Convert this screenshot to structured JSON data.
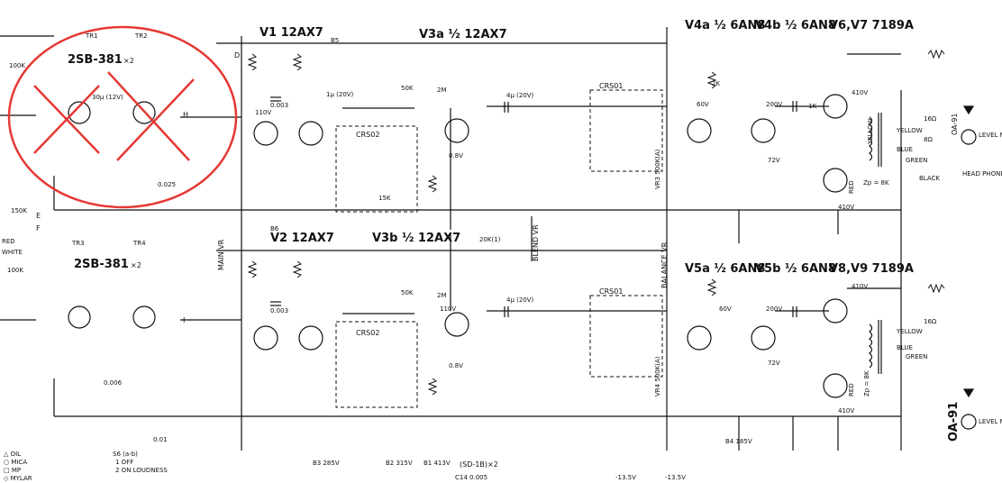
{
  "tubes": {
    "v1": "V1 12AX7",
    "v2": "V2 12AX7",
    "v3a": "V3a ½ 12AX7",
    "v3b": "V3b ½ 12AX7",
    "v4a": "V4a ½ 6AN8",
    "v4b": "V4b ½ 6AN8",
    "v5a": "V5a ½ 6AN8",
    "v5b": "V5b ½ 6AN8",
    "v67": "V6,V7 7189A",
    "v89": "V8,V9 7189A"
  },
  "transistors": {
    "tr1_part": "2SB-381",
    "tr1_mult": "×2",
    "tr3_part": "2SB-381",
    "tr3_mult": "×2",
    "tr1": "TR1",
    "tr2": "TR2",
    "tr3": "TR3",
    "tr4": "TR4"
  },
  "blocks": {
    "crs02_top": "CRS02",
    "crs02_bottom": "CRS02",
    "crs01_top": "CRS01",
    "crs01_bottom": "CRS01"
  },
  "controls": {
    "main_vr": "MAIN VR",
    "blend_vr": "BLEND VR",
    "balance_vr": "BALANCE VR",
    "vr3": "VR3 500K(A)",
    "vr4": "VR4 500K(A)"
  },
  "outputs": {
    "yellow": "YELLOW",
    "blue": "BLUE",
    "green": "GREEN",
    "black": "BLACK",
    "red": "RED",
    "ohm16": "16Ω",
    "ohm8": "8Ω",
    "head_phone": "HEAD PHONE",
    "level_meter": "LEVEL METER",
    "oa91_top": "OA-91",
    "oa91_bottom": "OA-91",
    "v410_top": "410V",
    "v410_mid": "410V",
    "v410_bottom": "410V",
    "v410_bottom2": "410V",
    "zp_top": "Zp = 8K",
    "zp_bottom": "Zp = 8K"
  },
  "components": {
    "r100k": "100K",
    "r150k": "150K",
    "r2m": "2M",
    "r50k": "50K",
    "r15k": "15K",
    "r2k": "2K",
    "r1k": "1K",
    "c003": "0.003",
    "c001": "0.01",
    "c0006": "0.006",
    "c0025": "0.025",
    "c4u": "4μ (20V)",
    "c30u": "30μ (12V)",
    "c1u": "1μ (20V)",
    "r20k": "20K(1)",
    "r60v": "60V",
    "r200v": "200V",
    "r72v": "72V",
    "r110v": "110V",
    "r08v": "0.8V"
  },
  "supply": {
    "b1": "B1 413V",
    "b2": "B2 315V",
    "b3": "B3 285V",
    "b4": "B4 185V",
    "b5": "B5",
    "b6": "B6",
    "c14": "C14 0.005",
    "m135": "-13.5V",
    "model": "(SD-1B)×2"
  },
  "legend": {
    "oil": "△ OIL",
    "mica": "○ MICA",
    "mp": "□ MP",
    "mylar": "◇ MYLAR",
    "switch": "S6 (a-b)",
    "sw1": "1 OFF",
    "sw2": "2 ON LOUDNESS"
  },
  "side_labels": {
    "red": "RED",
    "white": "WHITE",
    "e": "E",
    "f": "F",
    "d": "D",
    "h": "H",
    "i": "I"
  },
  "annotation": {
    "mark_color": "#e53935"
  }
}
